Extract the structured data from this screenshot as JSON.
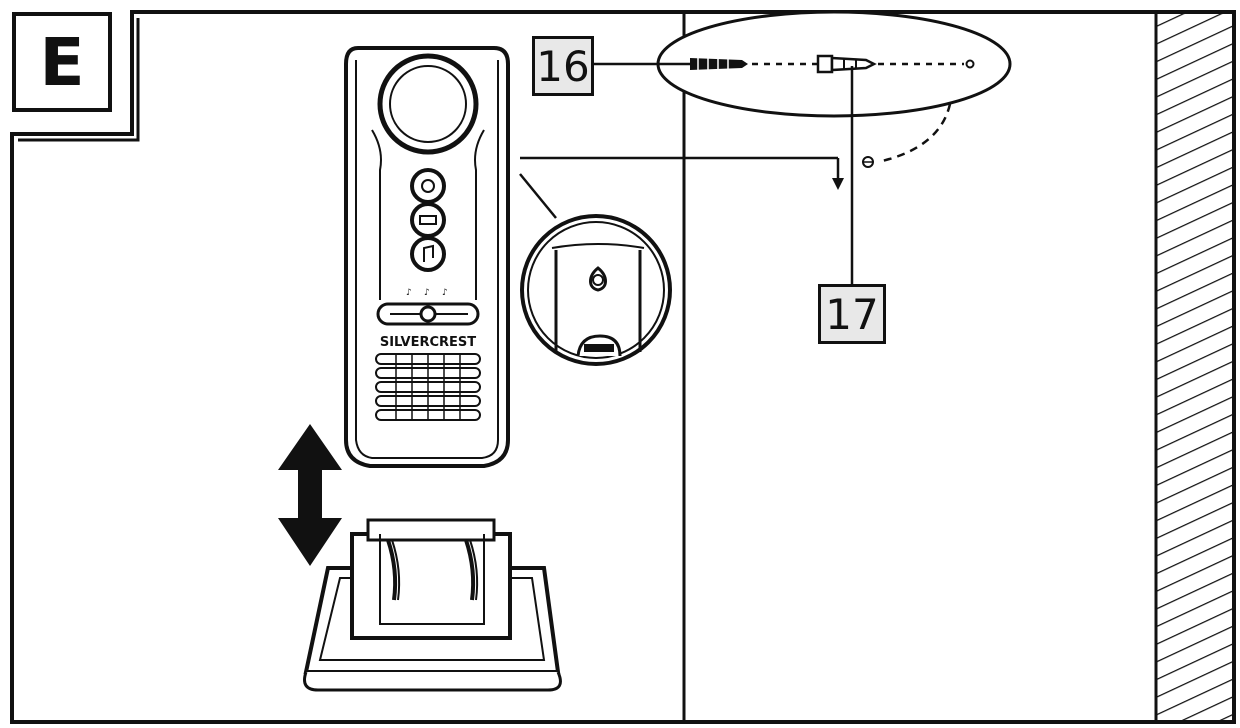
{
  "figure": {
    "section_letter": "E",
    "callouts": [
      {
        "number": "16",
        "part": "screw"
      },
      {
        "number": "17",
        "part": "wall-plug"
      }
    ],
    "device_brand": "SilverCrest"
  },
  "colors": {
    "line": "#111111",
    "label_fill": "#e8e8e8",
    "background": "#ffffff"
  },
  "icons": [
    "up-down-arrow-icon",
    "keyhole-icon",
    "dashed-arrow-icon",
    "screw-icon",
    "wall-plug-icon",
    "wall-hatch-icon"
  ]
}
